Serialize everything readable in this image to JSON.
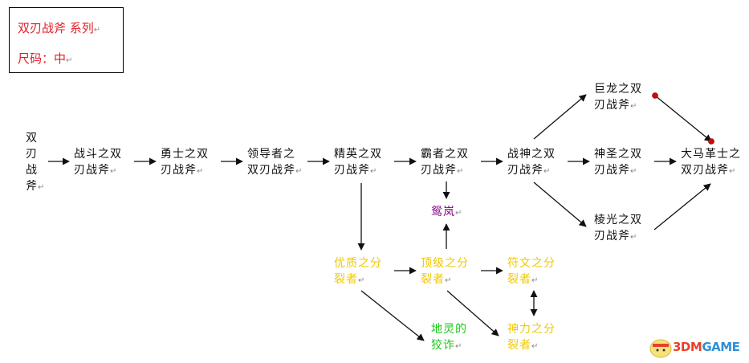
{
  "legend": {
    "title": "双刃战斧 系列",
    "size_label": "尺码：中",
    "return_mark": "↵"
  },
  "nodes": {
    "root": {
      "lines": [
        "双",
        "刃",
        "战",
        "斧"
      ],
      "color": "black"
    },
    "zhandou": {
      "lines": [
        "战斗之双",
        "刃战斧"
      ],
      "color": "black"
    },
    "yongshi": {
      "lines": [
        "勇士之双",
        "刃战斧"
      ],
      "color": "black"
    },
    "lingdao": {
      "lines": [
        "领导者之",
        "双刃战斧"
      ],
      "color": "black"
    },
    "jingying": {
      "lines": [
        "精英之双",
        "刃战斧"
      ],
      "color": "black"
    },
    "bazhe": {
      "lines": [
        "霸者之双",
        "刃战斧"
      ],
      "color": "black"
    },
    "yuanlan": {
      "lines": [
        "鸳岚"
      ],
      "color": "purple"
    },
    "zhanshen": {
      "lines": [
        "战神之双",
        "刃战斧"
      ],
      "color": "black"
    },
    "julong": {
      "lines": [
        "巨龙之双",
        "刃战斧"
      ],
      "color": "black"
    },
    "shensheng": {
      "lines": [
        "神圣之双",
        "刃战斧"
      ],
      "color": "black"
    },
    "lengguang": {
      "lines": [
        "棱光之双",
        "刃战斧"
      ],
      "color": "black"
    },
    "damage": {
      "lines": [
        "大马革士之",
        "双刃战斧"
      ],
      "color": "black"
    },
    "youzhi": {
      "lines": [
        "优质之分",
        "裂者"
      ],
      "color": "yellow"
    },
    "dingji": {
      "lines": [
        "顶级之分",
        "裂者"
      ],
      "color": "yellow"
    },
    "fuwen": {
      "lines": [
        "符文之分",
        "裂者"
      ],
      "color": "yellow"
    },
    "shenli": {
      "lines": [
        "神力之分",
        "裂者"
      ],
      "color": "yellow"
    },
    "diling": {
      "lines": [
        "地灵的",
        "狡诈"
      ],
      "color": "green"
    }
  },
  "edges": [
    {
      "from": "root",
      "to": "zhandou"
    },
    {
      "from": "zhandou",
      "to": "yongshi"
    },
    {
      "from": "yongshi",
      "to": "lingdao"
    },
    {
      "from": "lingdao",
      "to": "jingying"
    },
    {
      "from": "jingying",
      "to": "bazhe"
    },
    {
      "from": "bazhe",
      "to": "zhanshen"
    },
    {
      "from": "bazhe",
      "to": "yuanlan"
    },
    {
      "from": "dingji",
      "to": "yuanlan"
    },
    {
      "from": "zhanshen",
      "to": "julong"
    },
    {
      "from": "zhanshen",
      "to": "shensheng"
    },
    {
      "from": "zhanshen",
      "to": "lengguang"
    },
    {
      "from": "julong",
      "to": "damage",
      "style": "red-dot-connector"
    },
    {
      "from": "shensheng",
      "to": "damage"
    },
    {
      "from": "lengguang",
      "to": "damage"
    },
    {
      "from": "jingying",
      "to": "youzhi"
    },
    {
      "from": "youzhi",
      "to": "dingji"
    },
    {
      "from": "dingji",
      "to": "fuwen"
    },
    {
      "from": "fuwen",
      "to": "shenli",
      "bidirectional": true
    },
    {
      "from": "youzhi",
      "to": "diling"
    },
    {
      "from": "dingji",
      "to": "shenli"
    }
  ],
  "colors": {
    "legend_text": "#e0202a",
    "yellow": "#f0c800",
    "purple": "#800080",
    "green": "#18c818",
    "edge": "#111111",
    "dot": "#e00000"
  },
  "watermark": {
    "part1": "3DM",
    "part2": "GAME"
  }
}
